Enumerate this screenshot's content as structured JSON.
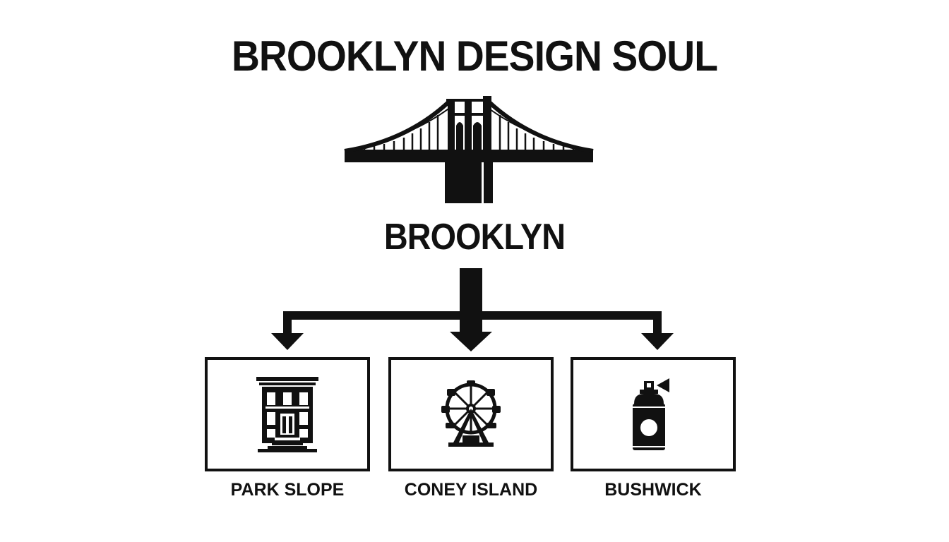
{
  "title": "BROOKLYN DESIGN SOUL",
  "root": {
    "label": "BROOKLYN",
    "icon": "brooklyn-bridge-icon"
  },
  "children": [
    {
      "label": "PARK SLOPE",
      "icon": "brownstone-building-icon"
    },
    {
      "label": "CONEY ISLAND",
      "icon": "ferris-wheel-icon"
    },
    {
      "label": "BUSHWICK",
      "icon": "spray-paint-can-icon"
    }
  ],
  "colors": {
    "ink": "#111111",
    "background": "#ffffff"
  }
}
